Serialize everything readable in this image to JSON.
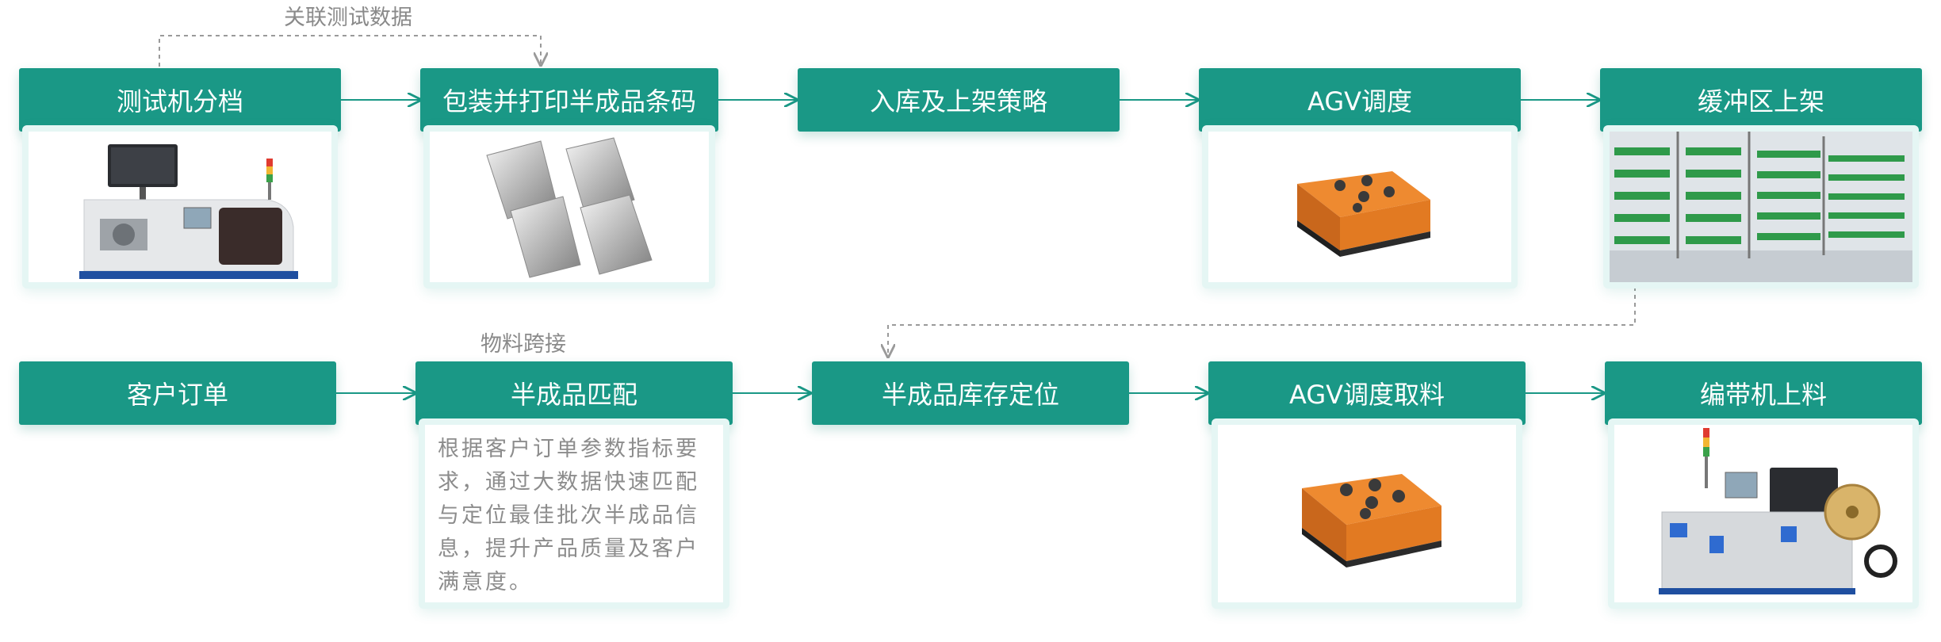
{
  "labels": {
    "top_note": "关联测试数据",
    "mid_note": "物料跨接"
  },
  "steps_row1": [
    {
      "label": "测试机分档"
    },
    {
      "label": "包装并打印半成品条码"
    },
    {
      "label": "入库及上架策略"
    },
    {
      "label": "AGV调度"
    },
    {
      "label": "缓冲区上架"
    }
  ],
  "steps_row2": [
    {
      "label": "客户订单"
    },
    {
      "label": "半成品匹配"
    },
    {
      "label": "半成品库存定位"
    },
    {
      "label": "AGV调度取料"
    },
    {
      "label": "编带机上料"
    }
  ],
  "match_description": "根据客户订单参数指标要求，通过大数据快速匹配与定位最佳批次半成品信息，提升产品质量及客户满意度。",
  "colors": {
    "accent": "#1a9886",
    "panel_border": "#e5f6f4",
    "note_text": "#8a8a8a",
    "agv_orange": "#e9852c"
  },
  "icons": [
    "test-machine-icon",
    "foil-bags-icon",
    "agv-robot-icon",
    "warehouse-rack-icon",
    "taping-machine-icon"
  ]
}
